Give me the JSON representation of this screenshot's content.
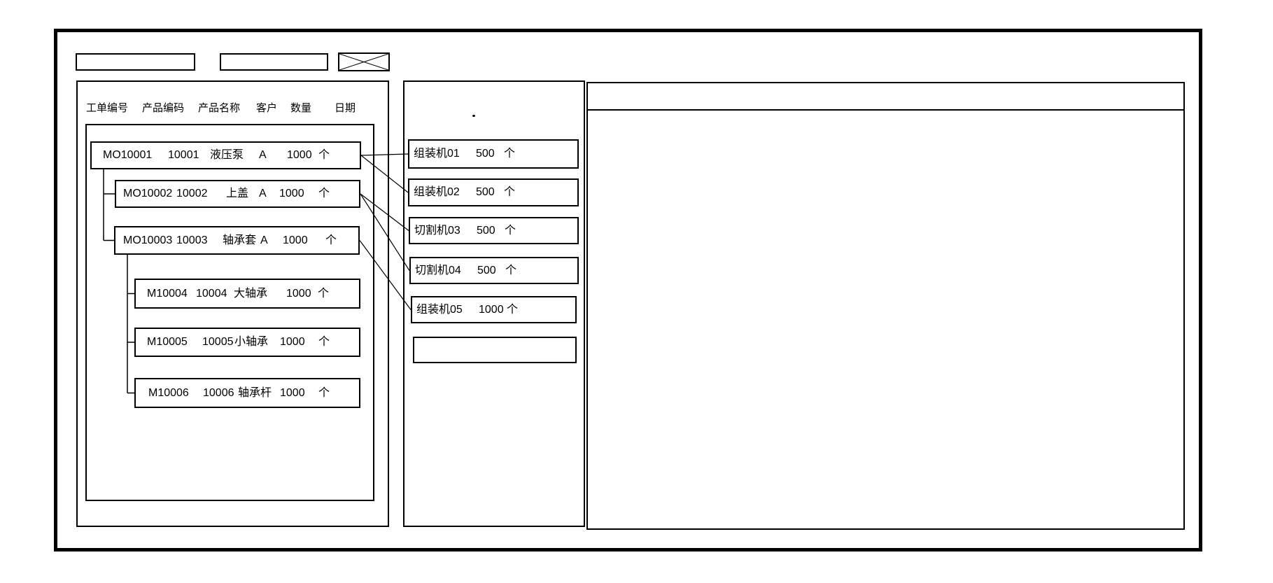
{
  "colors": {
    "line": "#000000",
    "background": "#ffffff"
  },
  "toolbar": {
    "field1_value": "",
    "field2_value": ""
  },
  "left_panel": {
    "columns": [
      "工单编号",
      "产品编码",
      "产品名称",
      "客户",
      "数量",
      "日期"
    ],
    "orders": [
      {
        "id": "MO10001",
        "code": "10001",
        "name": "液压泵",
        "customer": "A",
        "qty": "1000",
        "unit": "个",
        "level": 0
      },
      {
        "id": "MO10002",
        "code": "10002",
        "name": "上盖",
        "customer": "A",
        "qty": "1000",
        "unit": "个",
        "level": 1
      },
      {
        "id": "MO10003",
        "code": "10003",
        "name": "轴承套",
        "customer": "A",
        "qty": "1000",
        "unit": "个",
        "level": 1
      },
      {
        "id": "M10004",
        "code": "10004",
        "name": "大轴承",
        "customer": "",
        "qty": "1000",
        "unit": "个",
        "level": 2
      },
      {
        "id": "M10005",
        "code": "10005",
        "name": "小轴承",
        "customer": "",
        "qty": "1000",
        "unit": "个",
        "level": 2
      },
      {
        "id": "M10006",
        "code": "10006",
        "name": "轴承杆",
        "customer": "",
        "qty": "1000",
        "unit": "个",
        "level": 2
      }
    ]
  },
  "middle_panel": {
    "machines": [
      {
        "name": "组装机01",
        "qty": "500",
        "unit": "个"
      },
      {
        "name": "组装机02",
        "qty": "500",
        "unit": "个"
      },
      {
        "name": "切割机03",
        "qty": "500",
        "unit": "个"
      },
      {
        "name": "切割机04",
        "qty": "500",
        "unit": "个"
      },
      {
        "name": "组装机05",
        "qty": "1000",
        "unit": "个"
      },
      {
        "name": "",
        "qty": "",
        "unit": ""
      }
    ]
  },
  "links": [
    [
      0,
      0
    ],
    [
      0,
      1
    ],
    [
      1,
      2
    ],
    [
      1,
      3
    ],
    [
      2,
      4
    ]
  ]
}
